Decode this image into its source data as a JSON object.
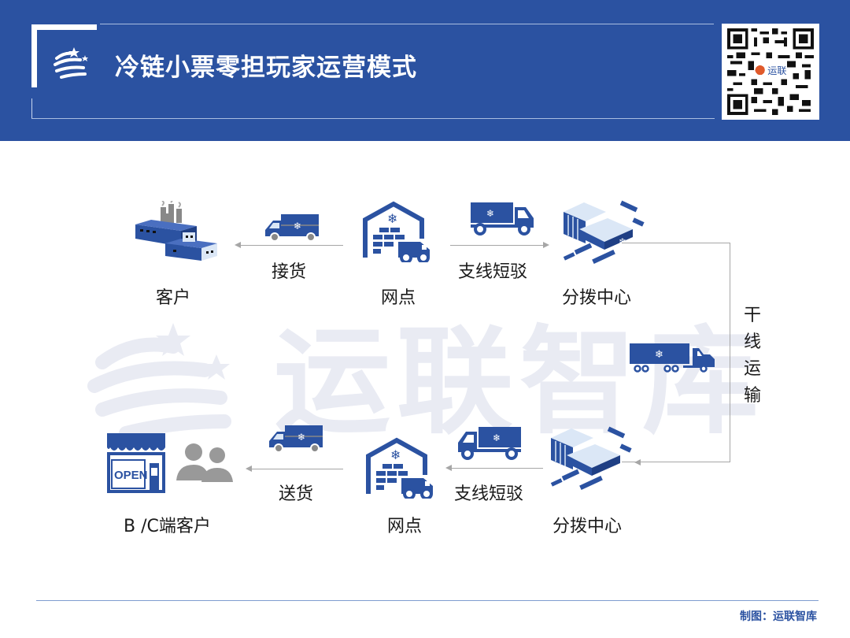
{
  "header": {
    "title": "冷链小票零担玩家运营模式",
    "logo_icon": "yunlian-swirl-logo-icon",
    "qr_code": {
      "center_label": "运联"
    },
    "background_color": "#2b52a1"
  },
  "watermark": {
    "text": "运联智库",
    "color": "#e9ebf3"
  },
  "diagram": {
    "top_row": {
      "nodes": [
        {
          "id": "customer",
          "label": "客户",
          "icon": "factory-icon"
        },
        {
          "id": "outlet_top",
          "label": "网点",
          "icon": "cold-warehouse-icon"
        },
        {
          "id": "hub_top",
          "label": "分拨中心",
          "icon": "sorting-center-icon"
        }
      ],
      "edges": [
        {
          "from": "outlet_top",
          "to": "customer",
          "label": "接货",
          "icon": "refrigerated-van-icon",
          "direction": "left"
        },
        {
          "from": "outlet_top",
          "to": "hub_top",
          "label": "支线短驳",
          "icon": "refrigerated-truck-icon",
          "direction": "right"
        }
      ]
    },
    "trunk": {
      "from": "hub_top",
      "to": "hub_bottom",
      "label": "干线运输",
      "icon": "refrigerated-semi-truck-icon"
    },
    "bottom_row": {
      "nodes": [
        {
          "id": "bc_customer",
          "label": "B /C端客户",
          "icon": "open-store-and-people-icon"
        },
        {
          "id": "outlet_bottom",
          "label": "网点",
          "icon": "cold-warehouse-icon"
        },
        {
          "id": "hub_bottom",
          "label": "分拨中心",
          "icon": "sorting-center-icon"
        }
      ],
      "edges": [
        {
          "from": "hub_bottom",
          "to": "outlet_bottom",
          "label": "支线短驳",
          "icon": "refrigerated-truck-icon",
          "direction": "left"
        },
        {
          "from": "outlet_bottom",
          "to": "bc_customer",
          "label": "送货",
          "icon": "refrigerated-van-icon",
          "direction": "left"
        }
      ]
    },
    "store_sign": "OPEN",
    "accent_color": "#2b52a1",
    "light_color": "#dbe7f6"
  },
  "footer": {
    "credit": "制图：运联智库"
  }
}
